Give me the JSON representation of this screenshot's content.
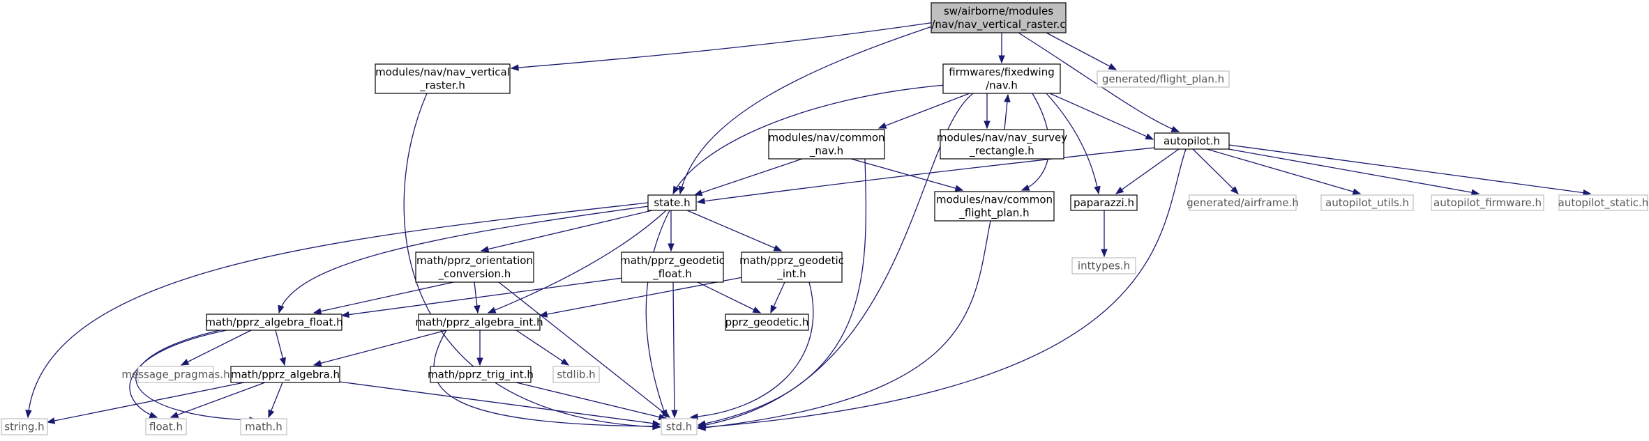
{
  "diagram": {
    "colors": {
      "root_fill": "#bfbfbf",
      "node_border": "#000000",
      "external_border": "#bfbfbf",
      "edge": "#191970"
    },
    "nodes": [
      {
        "id": "root",
        "lines": [
          "sw/airborne/modules",
          "/nav/nav_vertical_raster.c"
        ],
        "kind": "root"
      },
      {
        "id": "nav_vertical_raster_h",
        "lines": [
          "modules/nav/nav_vertical",
          "_raster.h"
        ],
        "kind": "file"
      },
      {
        "id": "fw_nav_h",
        "lines": [
          "firmwares/fixedwing",
          "/nav.h"
        ],
        "kind": "file"
      },
      {
        "id": "flight_plan_h",
        "lines": [
          "generated/flight_plan.h"
        ],
        "kind": "external"
      },
      {
        "id": "autopilot_h",
        "lines": [
          "autopilot.h"
        ],
        "kind": "file"
      },
      {
        "id": "common_nav_h",
        "lines": [
          "modules/nav/common",
          "_nav.h"
        ],
        "kind": "file"
      },
      {
        "id": "nav_survey_h",
        "lines": [
          "modules/nav/nav_survey",
          "_rectangle.h"
        ],
        "kind": "file"
      },
      {
        "id": "state_h",
        "lines": [
          "state.h"
        ],
        "kind": "file"
      },
      {
        "id": "common_fp_h",
        "lines": [
          "modules/nav/common",
          "_flight_plan.h"
        ],
        "kind": "file"
      },
      {
        "id": "paparazzi_h",
        "lines": [
          "paparazzi.h"
        ],
        "kind": "file"
      },
      {
        "id": "airframe_h",
        "lines": [
          "generated/airframe.h"
        ],
        "kind": "external"
      },
      {
        "id": "ap_utils_h",
        "lines": [
          "autopilot_utils.h"
        ],
        "kind": "external"
      },
      {
        "id": "ap_firmware_h",
        "lines": [
          "autopilot_firmware.h"
        ],
        "kind": "external"
      },
      {
        "id": "ap_static_h",
        "lines": [
          "autopilot_static.h"
        ],
        "kind": "external"
      },
      {
        "id": "inttypes_h",
        "lines": [
          "inttypes.h"
        ],
        "kind": "external"
      },
      {
        "id": "orient_h",
        "lines": [
          "math/pprz_orientation",
          "_conversion.h"
        ],
        "kind": "file"
      },
      {
        "id": "geo_float_h",
        "lines": [
          "math/pprz_geodetic",
          "_float.h"
        ],
        "kind": "file"
      },
      {
        "id": "geo_int_h",
        "lines": [
          "math/pprz_geodetic",
          "_int.h"
        ],
        "kind": "file"
      },
      {
        "id": "alg_float_h",
        "lines": [
          "math/pprz_algebra_float.h"
        ],
        "kind": "file"
      },
      {
        "id": "alg_int_h",
        "lines": [
          "math/pprz_algebra_int.h"
        ],
        "kind": "file"
      },
      {
        "id": "pprz_geo_h",
        "lines": [
          "pprz_geodetic.h"
        ],
        "kind": "file"
      },
      {
        "id": "msg_pragmas_h",
        "lines": [
          "message_pragmas.h"
        ],
        "kind": "external"
      },
      {
        "id": "alg_h",
        "lines": [
          "math/pprz_algebra.h"
        ],
        "kind": "file"
      },
      {
        "id": "trig_int_h",
        "lines": [
          "math/pprz_trig_int.h"
        ],
        "kind": "file"
      },
      {
        "id": "stdlib_h",
        "lines": [
          "stdlib.h"
        ],
        "kind": "external"
      },
      {
        "id": "string_h",
        "lines": [
          "string.h"
        ],
        "kind": "external"
      },
      {
        "id": "float_h",
        "lines": [
          "float.h"
        ],
        "kind": "external"
      },
      {
        "id": "math_h",
        "lines": [
          "math.h"
        ],
        "kind": "external"
      },
      {
        "id": "std_h",
        "lines": [
          "std.h"
        ],
        "kind": "external"
      }
    ],
    "edges": [
      {
        "from": "root",
        "to": "nav_vertical_raster_h"
      },
      {
        "from": "root",
        "to": "fw_nav_h"
      },
      {
        "from": "root",
        "to": "flight_plan_h"
      },
      {
        "from": "root",
        "to": "autopilot_h"
      },
      {
        "from": "root",
        "to": "state_h"
      },
      {
        "from": "nav_vertical_raster_h",
        "to": "std_h"
      },
      {
        "from": "fw_nav_h",
        "to": "common_nav_h"
      },
      {
        "from": "fw_nav_h",
        "to": "nav_survey_h"
      },
      {
        "from": "fw_nav_h",
        "to": "state_h"
      },
      {
        "from": "fw_nav_h",
        "to": "common_fp_h"
      },
      {
        "from": "fw_nav_h",
        "to": "paparazzi_h"
      },
      {
        "from": "fw_nav_h",
        "to": "autopilot_h"
      },
      {
        "from": "fw_nav_h",
        "to": "std_h"
      },
      {
        "from": "nav_survey_h",
        "to": "fw_nav_h"
      },
      {
        "from": "autopilot_h",
        "to": "state_h"
      },
      {
        "from": "autopilot_h",
        "to": "paparazzi_h"
      },
      {
        "from": "autopilot_h",
        "to": "airframe_h"
      },
      {
        "from": "autopilot_h",
        "to": "ap_utils_h"
      },
      {
        "from": "autopilot_h",
        "to": "ap_firmware_h"
      },
      {
        "from": "autopilot_h",
        "to": "ap_static_h"
      },
      {
        "from": "autopilot_h",
        "to": "std_h"
      },
      {
        "from": "common_nav_h",
        "to": "state_h"
      },
      {
        "from": "common_nav_h",
        "to": "common_fp_h"
      },
      {
        "from": "common_nav_h",
        "to": "std_h"
      },
      {
        "from": "paparazzi_h",
        "to": "inttypes_h"
      },
      {
        "from": "common_fp_h",
        "to": "std_h"
      },
      {
        "from": "state_h",
        "to": "orient_h"
      },
      {
        "from": "state_h",
        "to": "geo_float_h"
      },
      {
        "from": "state_h",
        "to": "geo_int_h"
      },
      {
        "from": "state_h",
        "to": "alg_float_h"
      },
      {
        "from": "state_h",
        "to": "alg_int_h"
      },
      {
        "from": "state_h",
        "to": "string_h"
      },
      {
        "from": "state_h",
        "to": "std_h"
      },
      {
        "from": "orient_h",
        "to": "alg_float_h"
      },
      {
        "from": "orient_h",
        "to": "alg_int_h"
      },
      {
        "from": "orient_h",
        "to": "std_h"
      },
      {
        "from": "geo_float_h",
        "to": "alg_float_h"
      },
      {
        "from": "geo_float_h",
        "to": "pprz_geo_h"
      },
      {
        "from": "geo_float_h",
        "to": "std_h"
      },
      {
        "from": "geo_int_h",
        "to": "alg_int_h"
      },
      {
        "from": "geo_int_h",
        "to": "pprz_geo_h"
      },
      {
        "from": "geo_int_h",
        "to": "std_h"
      },
      {
        "from": "alg_float_h",
        "to": "msg_pragmas_h"
      },
      {
        "from": "alg_float_h",
        "to": "alg_h"
      },
      {
        "from": "alg_float_h",
        "to": "float_h"
      },
      {
        "from": "alg_float_h",
        "to": "math_h"
      },
      {
        "from": "alg_int_h",
        "to": "alg_h"
      },
      {
        "from": "alg_int_h",
        "to": "trig_int_h"
      },
      {
        "from": "alg_int_h",
        "to": "stdlib_h"
      },
      {
        "from": "alg_int_h",
        "to": "std_h"
      },
      {
        "from": "alg_h",
        "to": "string_h"
      },
      {
        "from": "alg_h",
        "to": "float_h"
      },
      {
        "from": "alg_h",
        "to": "math_h"
      },
      {
        "from": "alg_h",
        "to": "std_h"
      },
      {
        "from": "trig_int_h",
        "to": "std_h"
      }
    ]
  }
}
